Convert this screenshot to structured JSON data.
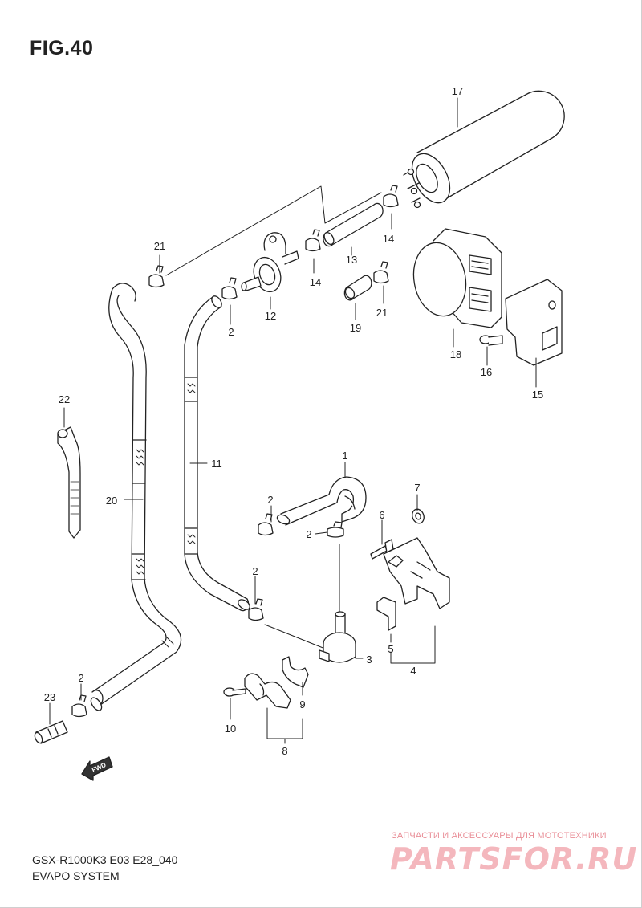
{
  "figure": {
    "title": "FIG.40",
    "model_code": "GSX-R1000K3 E03 E28_040",
    "system_name": "EVAPO SYSTEM",
    "direction_label": "FWD"
  },
  "callouts": {
    "c1": "1",
    "c2a": "2",
    "c2b": "2",
    "c2c": "2",
    "c2d": "2",
    "c2e": "2",
    "c3": "3",
    "c4": "4",
    "c5": "5",
    "c6": "6",
    "c7": "7",
    "c8": "8",
    "c9": "9",
    "c10": "10",
    "c11": "11",
    "c12": "12",
    "c13": "13",
    "c14a": "14",
    "c14b": "14",
    "c15": "15",
    "c16": "16",
    "c17": "17",
    "c18": "18",
    "c19": "19",
    "c20": "20",
    "c21a": "21",
    "c21b": "21",
    "c22": "22",
    "c23": "23"
  },
  "watermark": {
    "tagline": "ЗАПЧАСТИ И АКСЕССУАРЫ ДЛЯ МОТОТЕХНИКИ",
    "brand": "PARTSFOR.RU"
  },
  "colors": {
    "line": "#222222",
    "watermark_pink": "#f4b7bd",
    "watermark_text": "#e98e97"
  }
}
